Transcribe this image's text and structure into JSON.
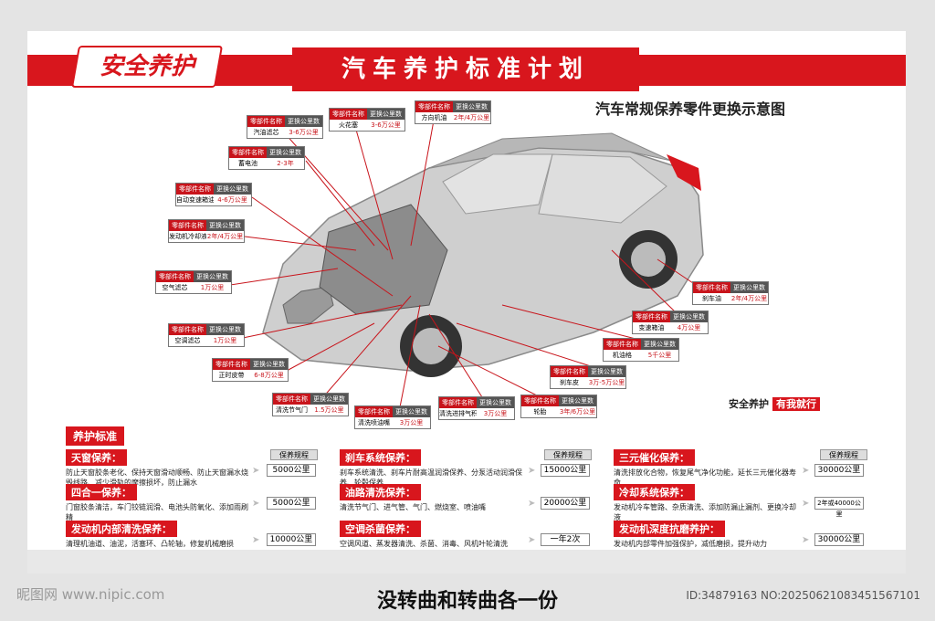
{
  "header": {
    "brand": "安全养护",
    "title": "汽车养护标准计划",
    "subtitle": "汽车常规保养零件更换示意图"
  },
  "table_header": {
    "name": "零部件名称",
    "interval": "更换公里数"
  },
  "parts": [
    {
      "name": "汽油滤芯",
      "interval": "3-6万公里"
    },
    {
      "name": "火花塞",
      "interval": "3-6万公里"
    },
    {
      "name": "方向机油",
      "interval": "2年/4万公里"
    },
    {
      "name": "蓄电池",
      "interval": "2-3年"
    },
    {
      "name": "自动变速箱油",
      "interval": "4-6万公里"
    },
    {
      "name": "发动机冷却液",
      "interval": "2年/4万公里"
    },
    {
      "name": "空气滤芯",
      "interval": "1万公里"
    },
    {
      "name": "空调滤芯",
      "interval": "1万公里"
    },
    {
      "name": "正时皮带",
      "interval": "6-8万公里"
    },
    {
      "name": "清洗节气门",
      "interval": "1.5万公里"
    },
    {
      "name": "清洗喷油嘴",
      "interval": "3万公里"
    },
    {
      "name": "清洗进排气积碳",
      "interval": "3万公里"
    },
    {
      "name": "轮胎",
      "interval": "3年/6万公里"
    },
    {
      "name": "刹车皮",
      "interval": "3万-5万公里"
    },
    {
      "name": "机油格",
      "interval": "5千公里"
    },
    {
      "name": "变速箱油",
      "interval": "4万公里"
    },
    {
      "name": "刹车油",
      "interval": "2年/4万公里"
    }
  ],
  "slogan": {
    "left": "安全养护",
    "right": "有我就行"
  },
  "standards": {
    "tag": "养护标准",
    "cycle_label": "保养规程",
    "sections": [
      {
        "title": "天窗保养：",
        "desc": "防止天窗胶条老化、保持天窗滑动顺畅、防止天窗漏水烧毁线路、减少滑轨的摩擦损坏，防止漏水",
        "value": "5000公里"
      },
      {
        "title": "四合一保养：",
        "desc": "门窗胶条清洁，车门铰链润滑、电池头防氧化、添加雨刷精",
        "value": "5000公里"
      },
      {
        "title": "发动机内部清洗保养：",
        "desc": "清理机油道、油泥，活塞环、凸轮轴，修复机械磨损",
        "value": "10000公里"
      },
      {
        "title": "刹车系统保养：",
        "desc": "刹车系统清洗、刹车片耐高温润滑保养、分泵活动润滑保养、轮毂保养",
        "value": "15000公里"
      },
      {
        "title": "油路清洗保养：",
        "desc": "清洗节气门、进气管、气门、燃烧室、喷油嘴",
        "value": "20000公里"
      },
      {
        "title": "空调杀菌保养：",
        "desc": "空调风道、蒸发器清洗、杀菌、消毒、风机叶轮清洗",
        "value": "一年2次"
      },
      {
        "title": "三元催化保养：",
        "desc": "清洗排放化合物，恢复尾气净化功能，延长三元催化器寿命",
        "value": "30000公里"
      },
      {
        "title": "冷却系统保养：",
        "desc": "发动机冷车管路、杂质清洗、添加防漏止漏剂、更换冷却液",
        "value": "2年或40000公里"
      },
      {
        "title": "发动机深度抗磨养护：",
        "desc": "发动机内部零件加强保护，减低磨损，提升动力",
        "value": "30000公里"
      }
    ]
  },
  "footer": {
    "watermark": "昵图网 www.nipic.com",
    "caption": "没转曲和转曲各一份",
    "id_line": "ID:34879163 NO:20250621083451567101"
  },
  "colors": {
    "accent": "#d8161d",
    "car": "#c9c9c9"
  }
}
